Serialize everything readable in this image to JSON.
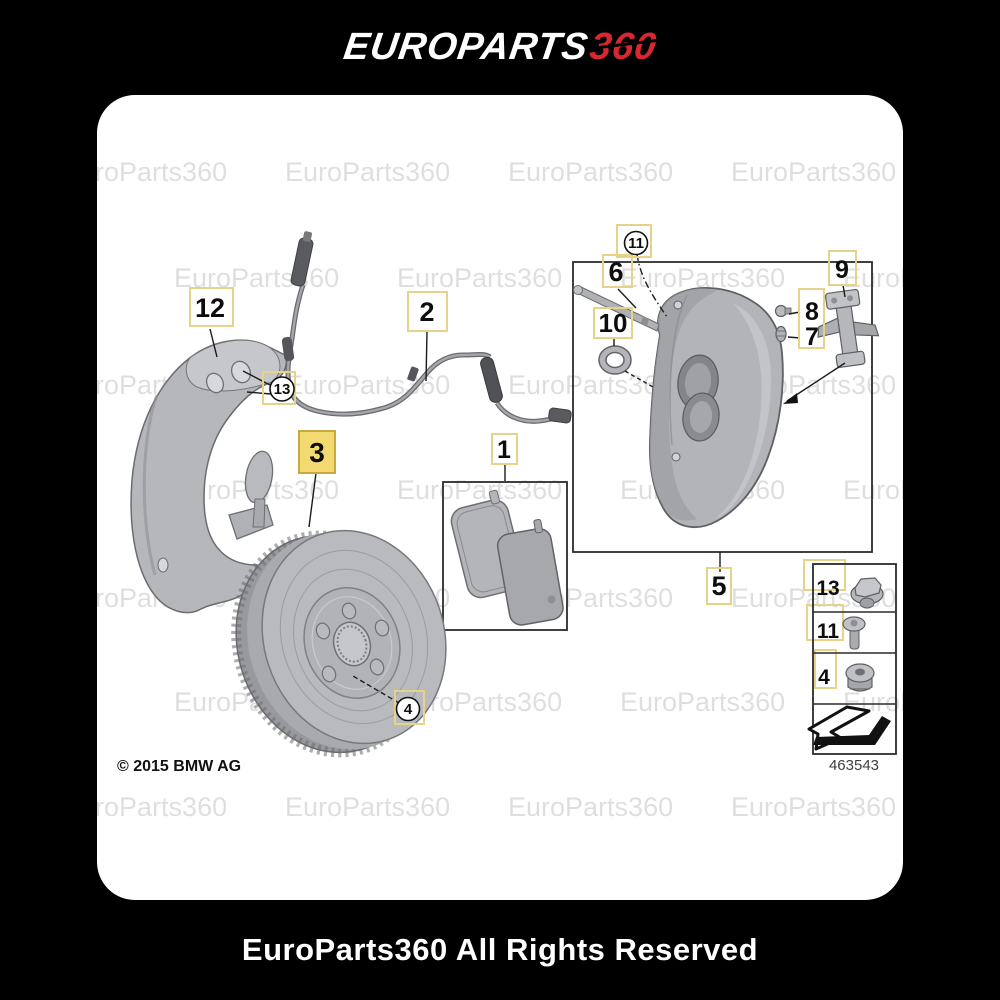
{
  "header": {
    "logo_main": "EUROPARTS",
    "logo_suffix": "360",
    "brand_red": "#d7282f"
  },
  "footer": {
    "rights": "EuroParts360 All Rights Reserved"
  },
  "diagram": {
    "watermark_text": "EuroParts360",
    "copyright_text": "© 2015 BMW AG",
    "diagram_number": "463543",
    "highlighted_callout": "3",
    "callouts": {
      "pads": "1",
      "wear_sensor": "2",
      "brake_disc": "3",
      "wheel_bolt": "4",
      "caliper": "5",
      "guide_pin": "6",
      "bleeder_screw": "7",
      "cap_nut": "8",
      "retaining_spring": "9",
      "sealing_ring": "10",
      "caliper_bolt": "11",
      "dust_shield": "12",
      "shield_screw": "13",
      "table_bolt": "13",
      "table_screw": "11",
      "table_plug": "4"
    }
  }
}
